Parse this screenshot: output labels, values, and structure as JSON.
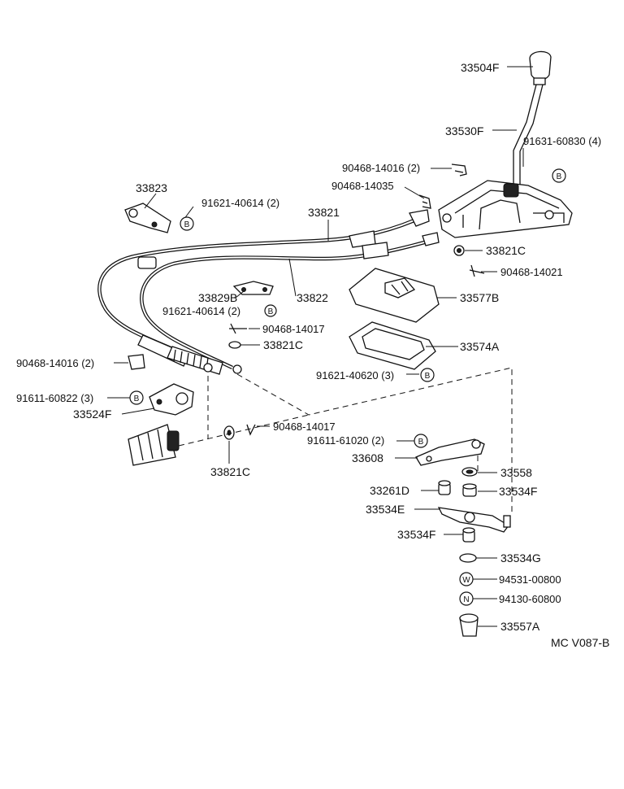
{
  "figure_code": "MC V087-B",
  "parts": {
    "p33504F": "33504F",
    "p33530F": "33530F",
    "p91631_60830": "91631-60830 (4)",
    "p90468_14016_top": "90468-14016 (2)",
    "p90468_14035": "90468-14035",
    "p33823": "33823",
    "p91621_40614_top": "91621-40614 (2)",
    "p33821": "33821",
    "p33821C_top": "33821C",
    "p90468_14021": "90468-14021",
    "p33829B": "33829B",
    "p33822": "33822",
    "p33577B": "33577B",
    "p91621_40614_mid": "91621-40614 (2)",
    "p90468_14017_top": "90468-14017",
    "p33821C_mid": "33821C",
    "p33574A": "33574A",
    "p90468_14016_left": "90468-14016 (2)",
    "p91621_40620": "91621-40620 (3)",
    "p91611_60822": "91611-60822 (3)",
    "p33524F": "33524F",
    "p90468_14017_bot": "90468-14017",
    "p91611_61020": "91611-61020 (2)",
    "p33608": "33608",
    "p33821C_bot": "33821C",
    "p33558": "33558",
    "p33261D": "33261D",
    "p33534F_top": "33534F",
    "p33534E": "33534E",
    "p33534F_bot": "33534F",
    "p33534G": "33534G",
    "p94531_00800": "94531-00800",
    "p94130_60800": "94130-60800",
    "p33557A": "33557A"
  },
  "badges": {
    "bolt": "B",
    "washer": "W",
    "nut": "N"
  }
}
